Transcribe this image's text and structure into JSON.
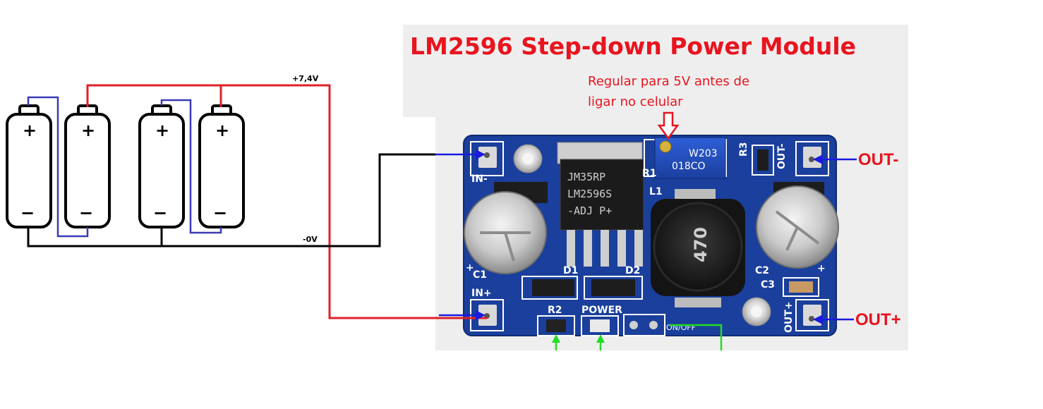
{
  "title": "LM2596 Step-down Power Module",
  "note_line1": "Regular para 5V antes de",
  "note_line2": "ligar no celular",
  "voltage_positive": "+7,4V",
  "voltage_negative": "-0V",
  "out_minus": "OUT-",
  "out_plus": "OUT+",
  "battery_plus": "+",
  "battery_minus": "−",
  "board": {
    "in_minus": "IN-",
    "in_plus": "IN+",
    "out_minus": "OUT-",
    "out_plus": "OUT+",
    "chip_line1": "JM35RP",
    "chip_line2": "LM2596S",
    "chip_line3": "-ADJ P+",
    "inductor": "470",
    "pot": "W203",
    "pot_code": "018CO",
    "c1": "C1",
    "c2": "C2",
    "c3": "C3",
    "d1": "D1",
    "d2": "D2",
    "l1": "L1",
    "r1": "R1",
    "r2": "R2",
    "r3": "R3",
    "power": "POWER",
    "on_off": "ON/OFF",
    "plus_sign": "+"
  },
  "colors": {
    "red_wire": "#e0202a",
    "black_wire": "#000000",
    "blue_link": "#3a3ab8",
    "blue_arrow": "#1a1ae0",
    "green_arrow": "#22dd22",
    "pcb": "#1a3f9c",
    "title_red": "#e8141e",
    "background_photo": "#eeeeee"
  }
}
